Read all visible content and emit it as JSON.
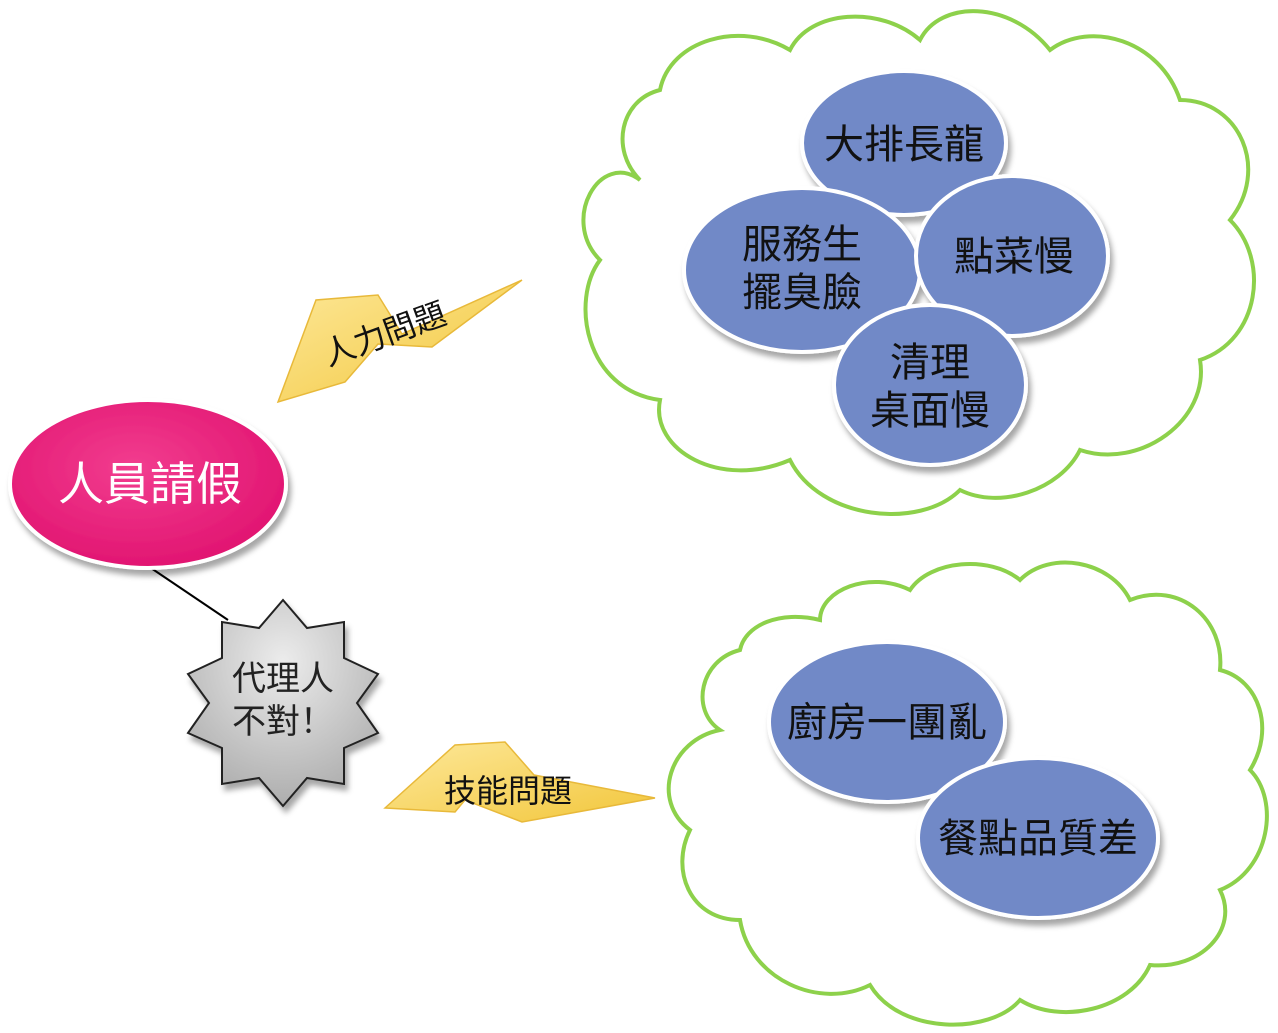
{
  "center": {
    "text": "人員請假",
    "color": "#e8177a"
  },
  "top_branch": {
    "bolt_label": "人力問題",
    "bubbles": [
      {
        "lines": [
          "大排長龍"
        ]
      },
      {
        "lines": [
          "服務生",
          "擺臭臉"
        ]
      },
      {
        "lines": [
          "點菜慢"
        ]
      },
      {
        "lines": [
          "清理",
          "桌面慢"
        ]
      }
    ]
  },
  "bottom_branch": {
    "bolt_label": "技能問題",
    "bubbles": [
      {
        "lines": [
          "廚房一團亂"
        ]
      },
      {
        "lines": [
          "餐點品質差"
        ]
      }
    ]
  },
  "star_badge": {
    "lines": [
      "代理人",
      "不對！"
    ]
  },
  "colors": {
    "cloud_stroke": "#8dd14b",
    "bubble_fill": "#7189c7",
    "bolt_fill": "#f7d55a",
    "star_fill": "#c9c9c9"
  }
}
